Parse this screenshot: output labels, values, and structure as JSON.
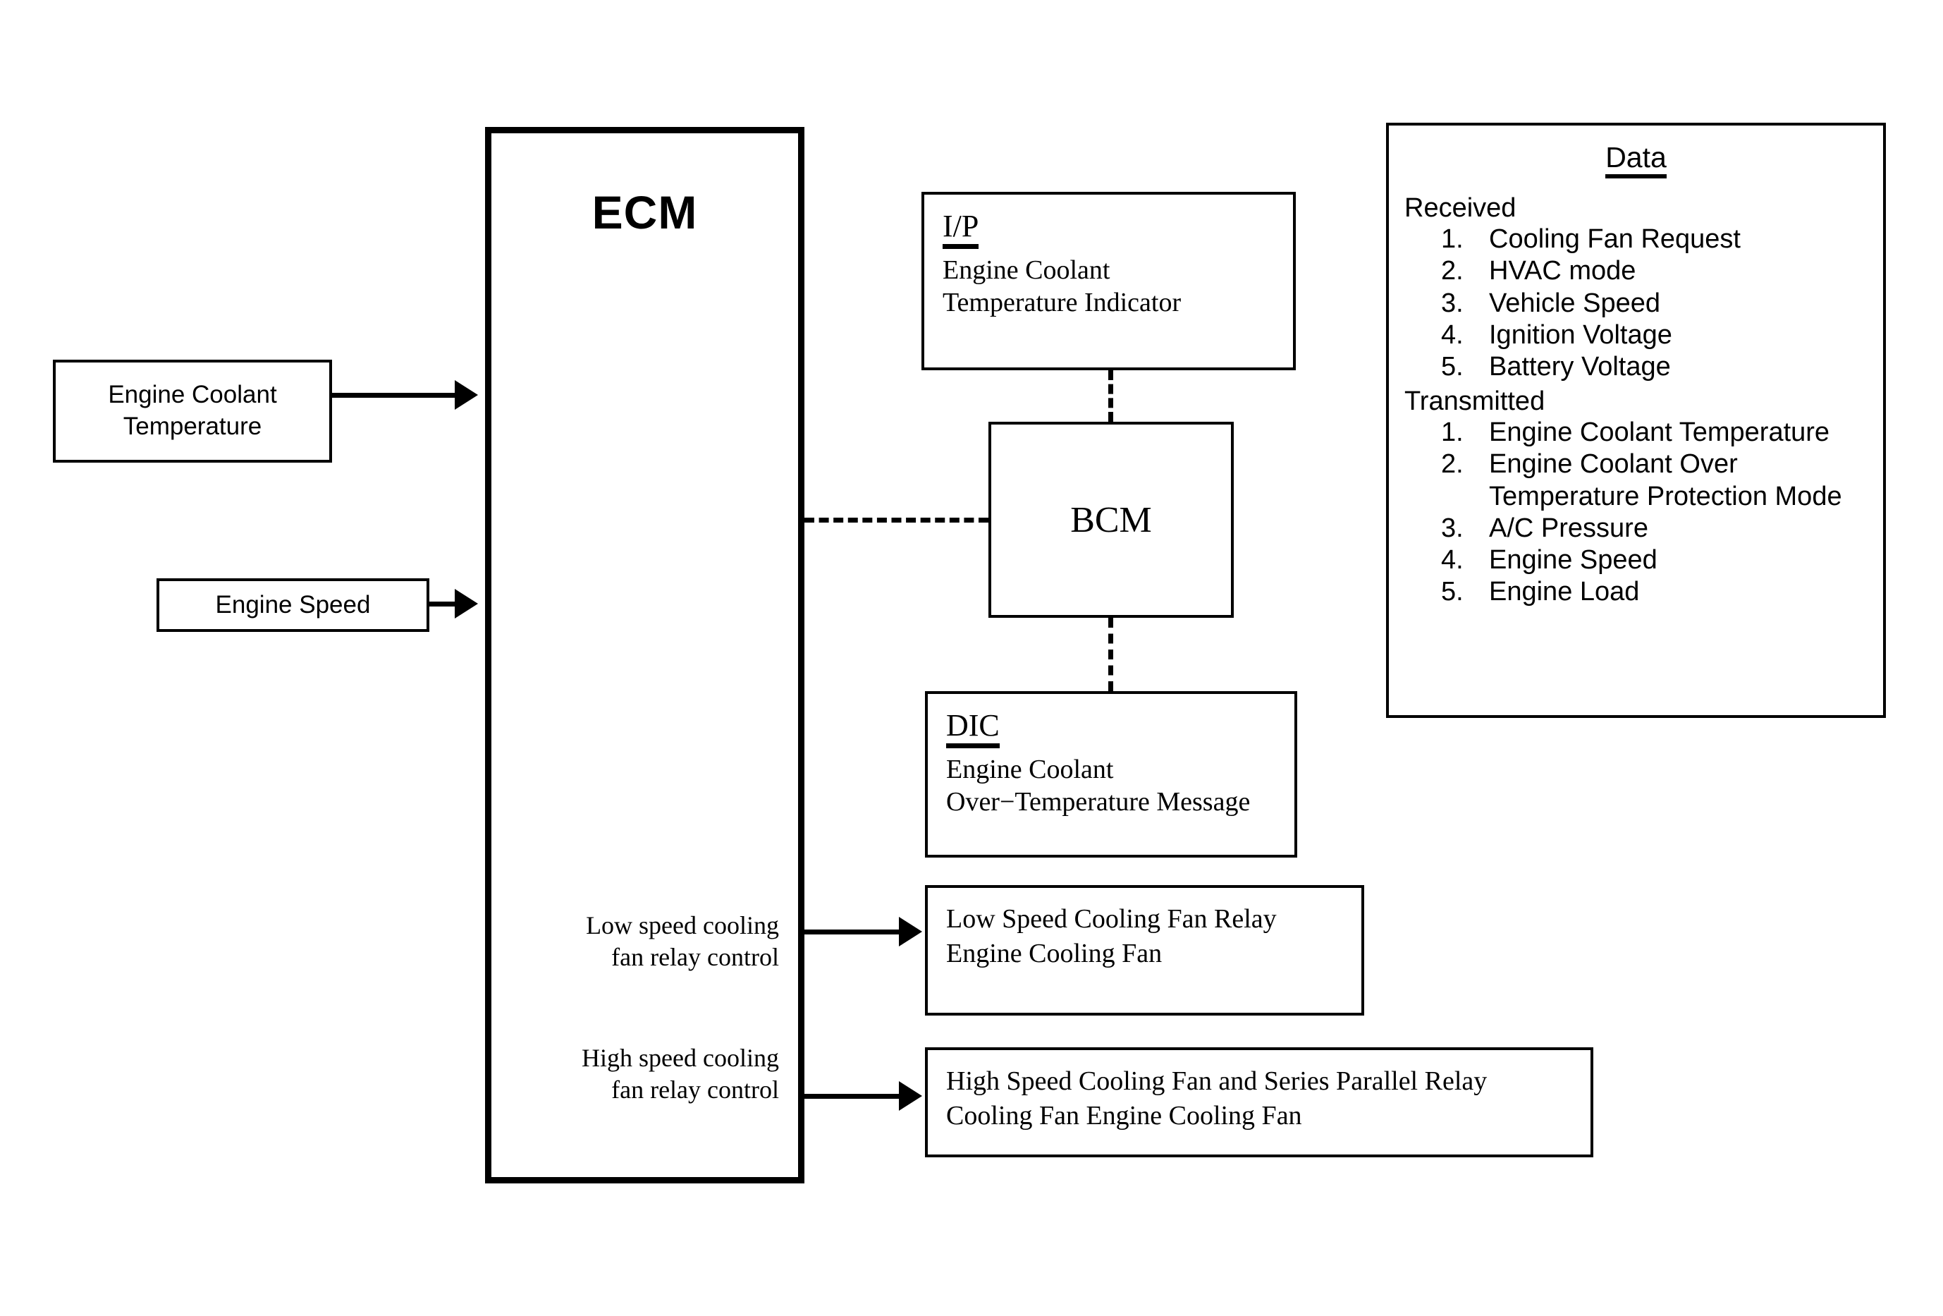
{
  "diagram": {
    "ecm": {
      "title": "ECM"
    },
    "inputs": [
      {
        "label": "Engine Coolant\nTemperature",
        "line1": "Engine Coolant",
        "line2": "Temperature"
      },
      {
        "label": "Engine Speed",
        "line1": "Engine Speed",
        "line2": ""
      }
    ],
    "ip": {
      "head": "I/P",
      "line1": "Engine Coolant",
      "line2": "Temperature Indicator"
    },
    "bcm": {
      "title": "BCM"
    },
    "dic": {
      "head": "DIC",
      "line1": "Engine Coolant",
      "line2": "Over−Temperature Message"
    },
    "controls": [
      {
        "line1": "Low speed cooling",
        "line2": "fan relay control"
      },
      {
        "line1": "High speed cooling",
        "line2": "fan relay control"
      }
    ],
    "relays": [
      {
        "line1": "Low Speed Cooling Fan Relay",
        "line2": "Engine Cooling Fan"
      },
      {
        "line1": "High Speed Cooling Fan and Series Parallel Relay",
        "line2": "Cooling Fan Engine Cooling Fan"
      }
    ]
  },
  "data_legend": {
    "title": "Data",
    "received_heading": "Received",
    "received": [
      {
        "num": "1.",
        "text": "Cooling Fan Request"
      },
      {
        "num": "2.",
        "text": "HVAC mode"
      },
      {
        "num": "3.",
        "text": "Vehicle Speed"
      },
      {
        "num": "4.",
        "text": "Ignition Voltage"
      },
      {
        "num": "5.",
        "text": "Battery Voltage"
      }
    ],
    "transmitted_heading": "Transmitted",
    "transmitted": [
      {
        "num": "1.",
        "text": "Engine Coolant Temperature"
      },
      {
        "num": "2.",
        "text": "Engine Coolant Over Temperature Protection Mode"
      },
      {
        "num": "3.",
        "text": "A/C Pressure"
      },
      {
        "num": "4.",
        "text": "Engine Speed"
      },
      {
        "num": "5.",
        "text": "Engine Load"
      }
    ]
  },
  "colors": {
    "line": "#000000",
    "background": "#ffffff"
  }
}
